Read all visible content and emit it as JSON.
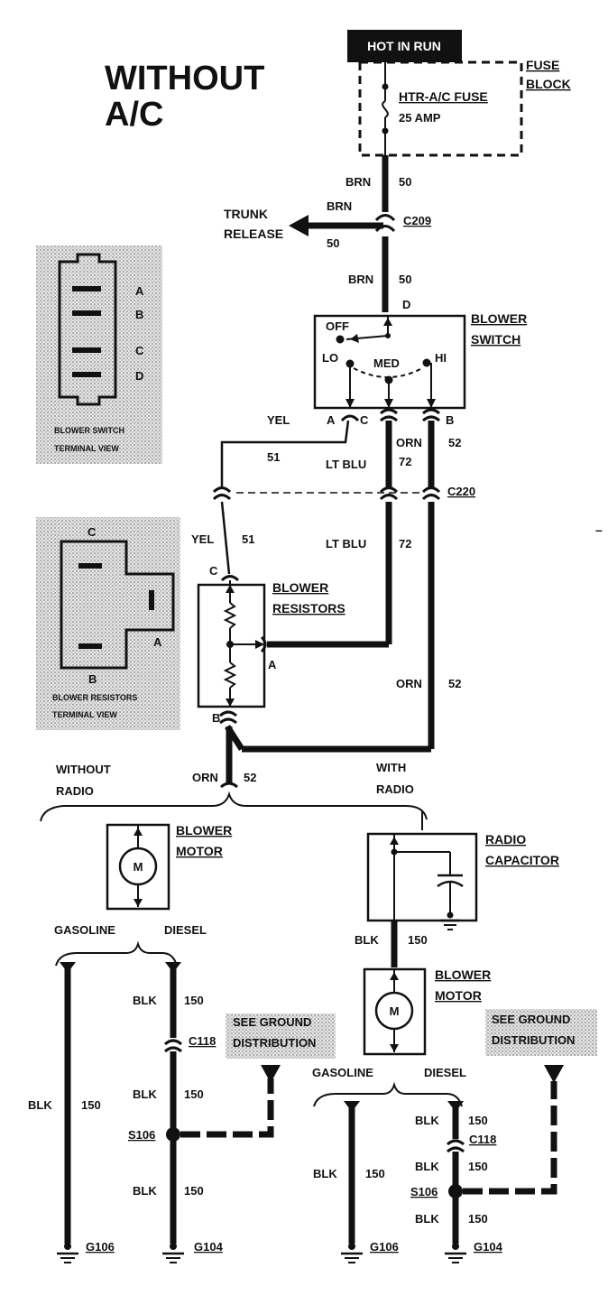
{
  "title": {
    "line1": "WITHOUT",
    "line2": "A/C"
  },
  "header": {
    "hot": "HOT IN RUN"
  },
  "fuse_block": {
    "label1": "FUSE",
    "label2": "BLOCK",
    "fuse_name": "HTR-A/C FUSE",
    "fuse_rating": "25 AMP"
  },
  "wires": {
    "brn": "BRN",
    "c50": "50",
    "yel": "YEL",
    "c51": "51",
    "ltblu": "LT BLU",
    "c72": "72",
    "orn": "ORN",
    "c52": "52",
    "blk": "BLK",
    "c150": "150"
  },
  "trunk": {
    "line1": "TRUNK",
    "line2": "RELEASE"
  },
  "connectors": {
    "c209": "C209",
    "c220": "C220",
    "c118": "C118",
    "s106": "S106",
    "g106": "G106",
    "g104": "G104"
  },
  "blower_switch": {
    "line1": "BLOWER",
    "line2": "SWITCH",
    "off": "OFF",
    "lo": "LO",
    "med": "MED",
    "hi": "HI",
    "pin_a": "A",
    "pin_b": "B",
    "pin_c": "C",
    "pin_d": "D"
  },
  "switch_view": {
    "pins": [
      "A",
      "B",
      "C",
      "D"
    ],
    "line1": "BLOWER SWITCH",
    "line2": "TERMINAL VIEW"
  },
  "resistors": {
    "line1": "BLOWER",
    "line2": "RESISTORS",
    "pin_a": "A",
    "pin_b": "B",
    "pin_c": "C"
  },
  "resistor_view": {
    "pin_a": "A",
    "pin_b": "B",
    "pin_c": "C",
    "line1": "BLOWER RESISTORS",
    "line2": "TERMINAL VIEW"
  },
  "branches": {
    "without_radio_1": "WITHOUT",
    "without_radio_2": "RADIO",
    "with_radio_1": "WITH",
    "with_radio_2": "RADIO"
  },
  "motor": {
    "line1": "BLOWER",
    "line2": "MOTOR",
    "symbol": "M"
  },
  "radio_capacitor": {
    "line1": "RADIO",
    "line2": "CAPACITOR"
  },
  "fuel": {
    "gasoline": "GASOLINE",
    "diesel": "DIESEL"
  },
  "ground_note": {
    "line1": "SEE GROUND",
    "line2": "DISTRIBUTION"
  },
  "side_mark": "–"
}
